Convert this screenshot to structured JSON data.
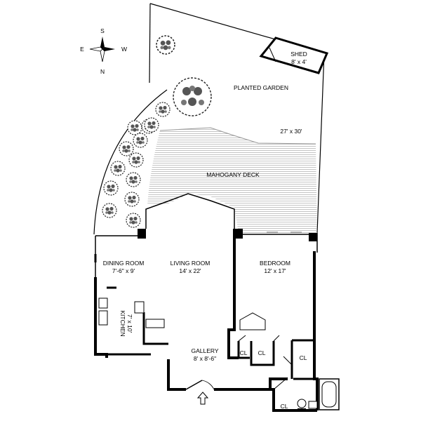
{
  "compass": {
    "s": "S",
    "e": "E",
    "w": "W",
    "n": "N",
    "icon": "compass-rose-icon"
  },
  "rooms": {
    "shed": {
      "name": "SHED",
      "dims": "8' x 4'"
    },
    "garden": {
      "name": "PLANTED GARDEN",
      "dims": "27' x 30'"
    },
    "deck": {
      "name": "MAHOGANY DECK"
    },
    "dining": {
      "name": "DINING ROOM",
      "dims": "7'-6\" x 9'"
    },
    "living": {
      "name": "LIVING ROOM",
      "dims": "14' x 22'"
    },
    "bedroom": {
      "name": "BEDROOM",
      "dims": "12' x 17'"
    },
    "kitchen": {
      "name": "KITCHEN",
      "dims": "7' x 10'"
    },
    "gallery": {
      "name": "GALLERY",
      "dims": "8' x 8'-6\""
    }
  },
  "closets": {
    "c1": "CL",
    "c2": "CL",
    "c3": "CL",
    "c4": "CL"
  },
  "entry": {
    "icon": "entry-arrow-icon"
  },
  "colors": {
    "wall": "#000000",
    "hatch": "#b5b5b5",
    "tree": "#444444"
  }
}
